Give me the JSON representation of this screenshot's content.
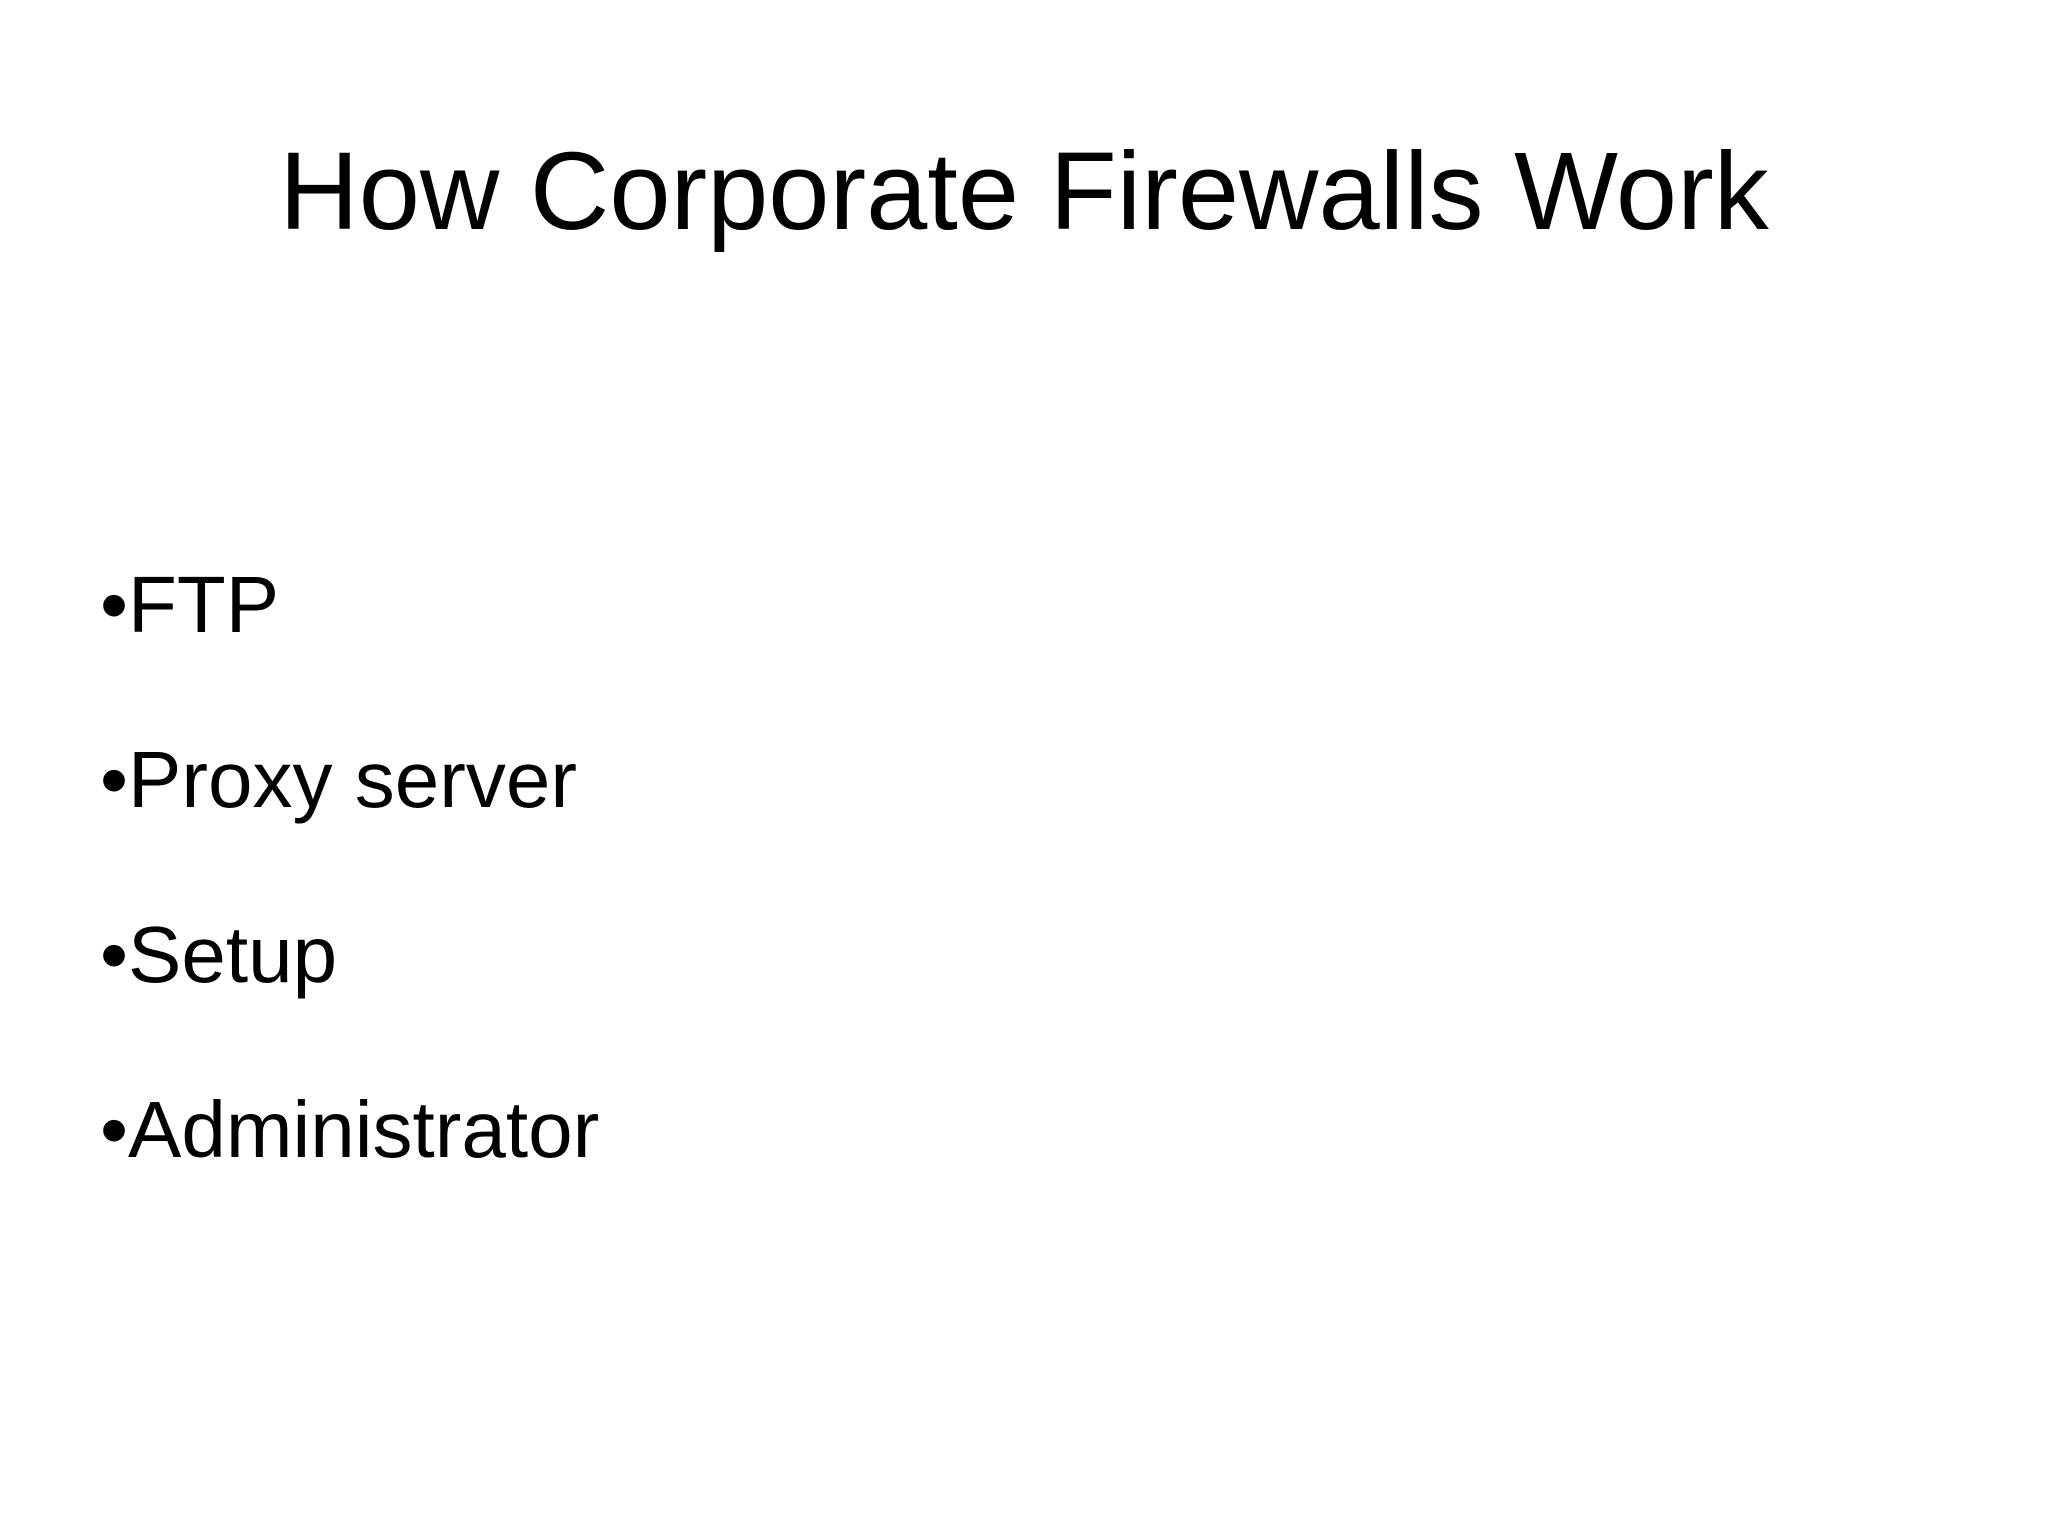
{
  "slide": {
    "title": "How Corporate Firewalls Work",
    "bullet_char": "•",
    "bullets": [
      {
        "label": "FTP"
      },
      {
        "label": "Proxy server"
      },
      {
        "label": "Setup"
      },
      {
        "label": "Administrator"
      }
    ],
    "colors": {
      "background": "#ffffff",
      "text": "#000000"
    }
  }
}
